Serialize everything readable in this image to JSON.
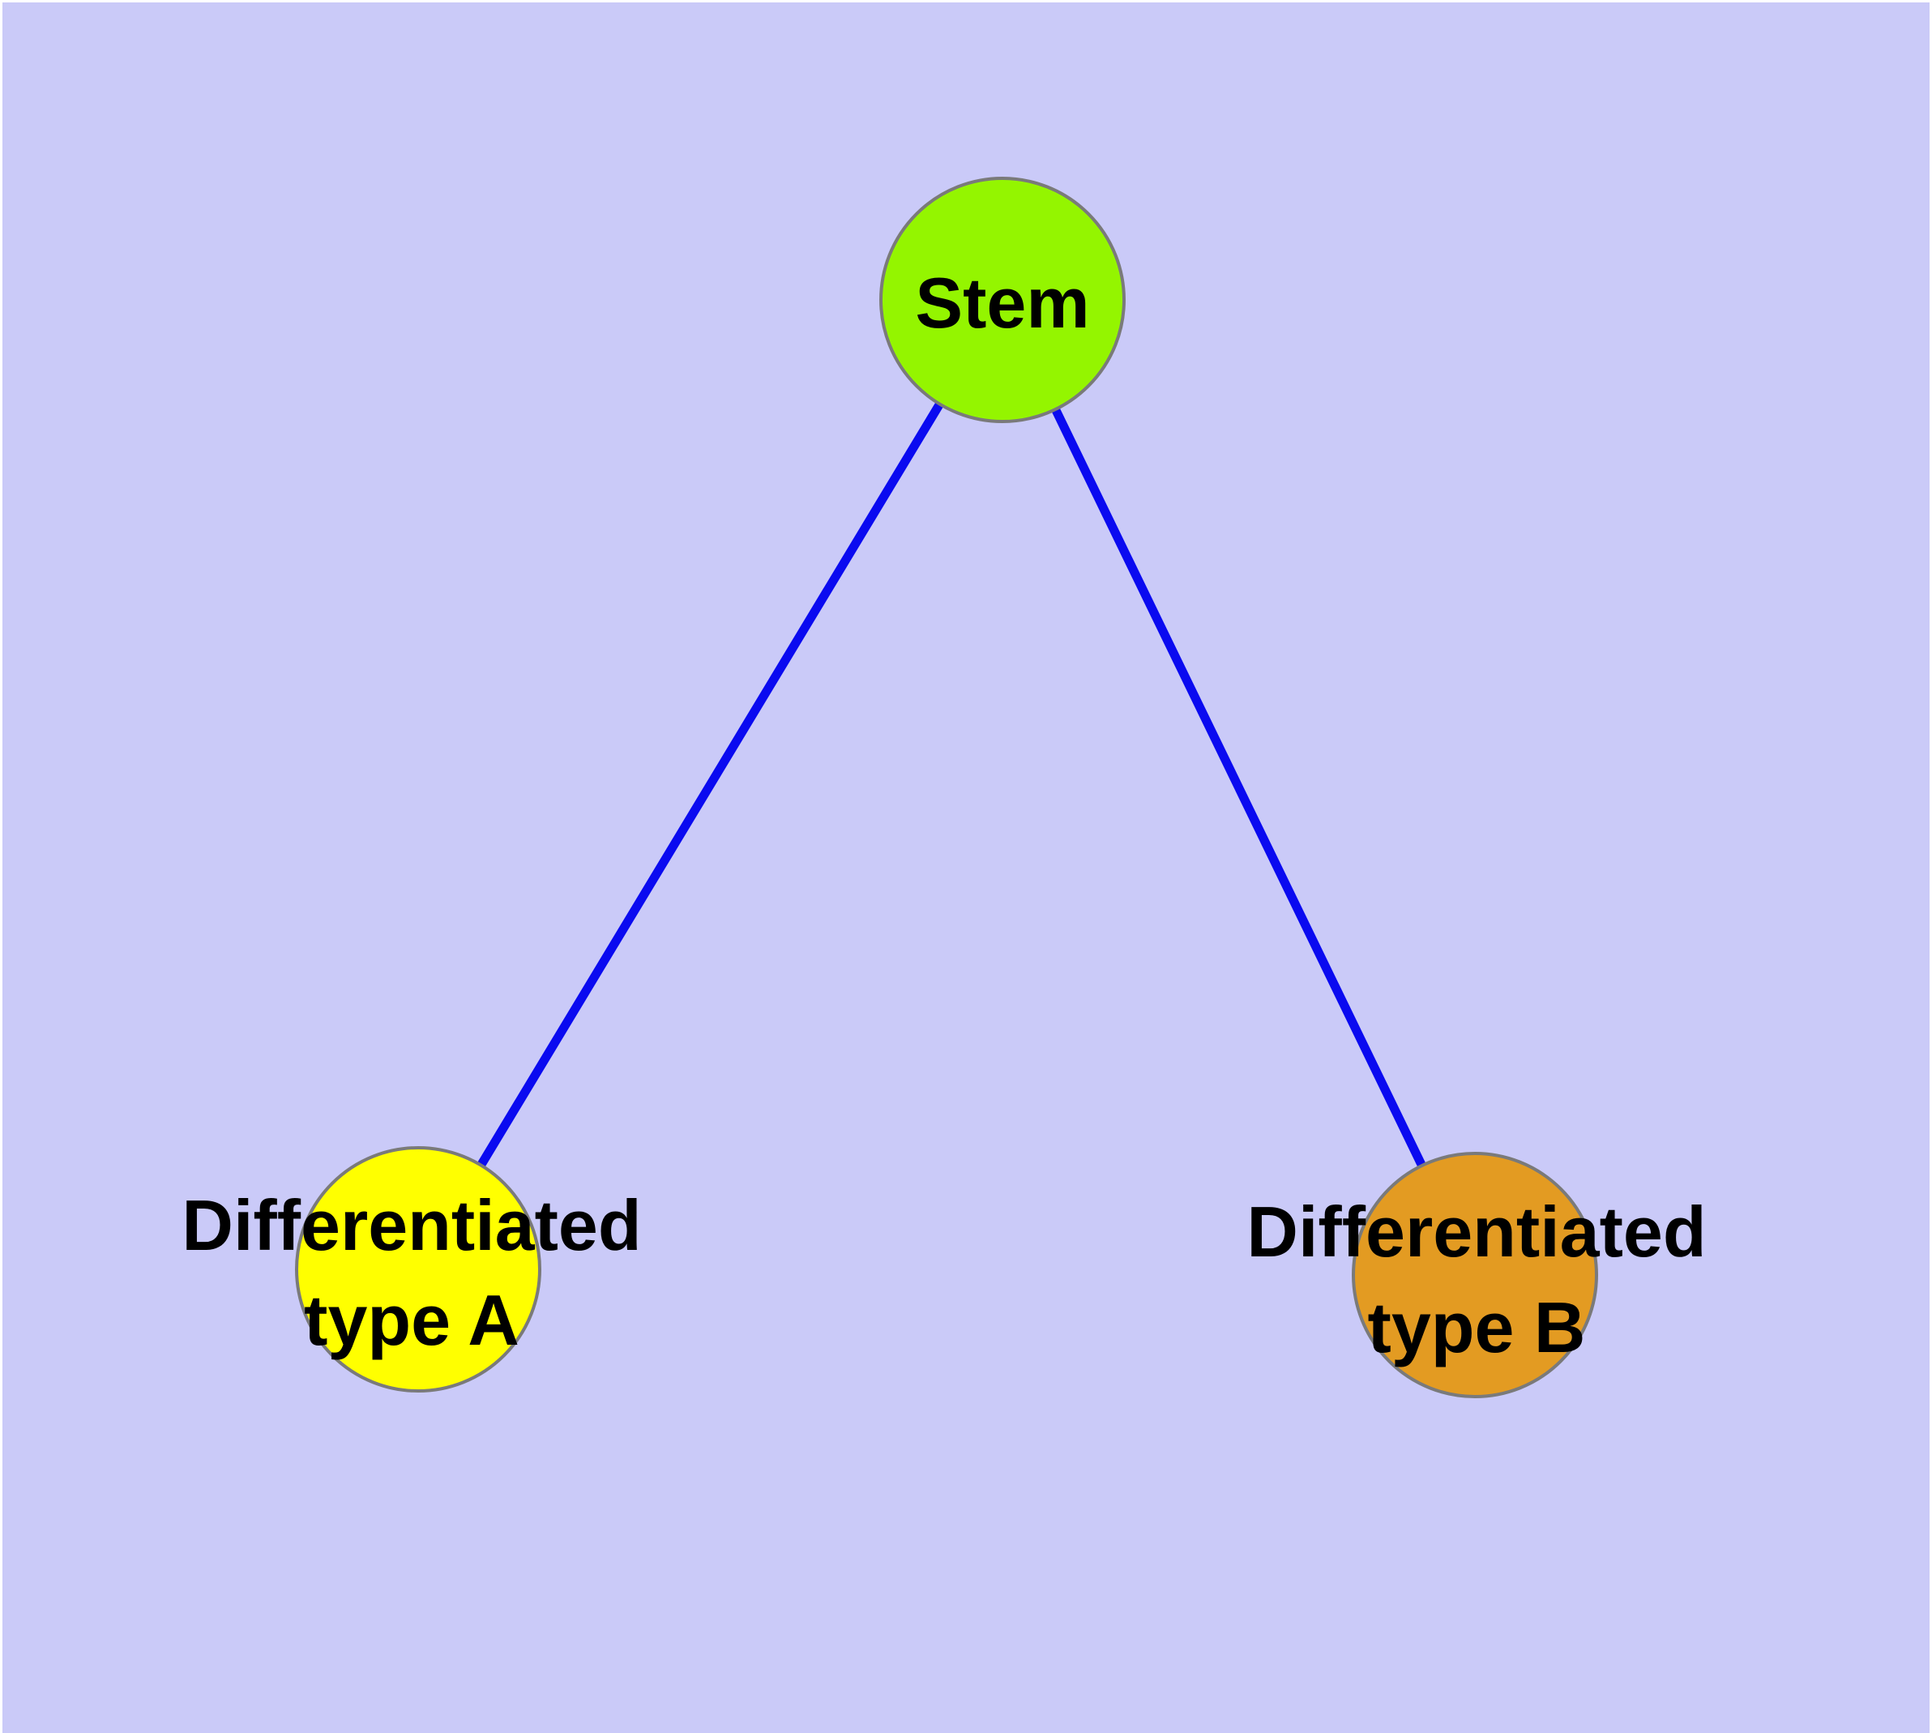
{
  "diagram": {
    "nodes": [
      {
        "id": "stem",
        "label": "Stem",
        "fill": "#94F500"
      },
      {
        "id": "differentiated-type-a",
        "label_line1": "Differentiated",
        "label_line2": "type A",
        "fill": "#FFFF00"
      },
      {
        "id": "differentiated-type-b",
        "label_line1": "Differentiated",
        "label_line2": "type B",
        "fill": "#E39B22"
      }
    ],
    "edges": [
      {
        "from": "stem",
        "to": "differentiated-type-a"
      },
      {
        "from": "stem",
        "to": "differentiated-type-b"
      }
    ]
  },
  "colors": {
    "background": "#CACAF8",
    "frame": "#FFFFFF",
    "edge": "#0A0AF0",
    "node_border": "#7A7A7A",
    "label_text": "#000000"
  }
}
